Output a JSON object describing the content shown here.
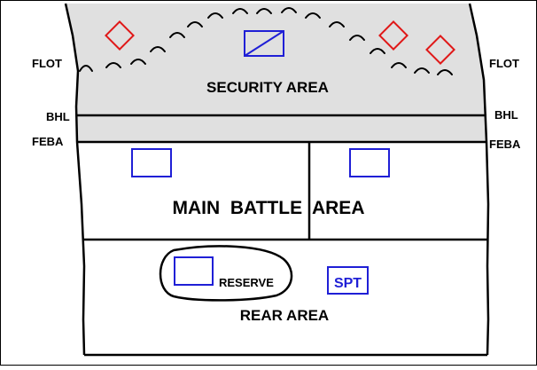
{
  "labels": {
    "flot": "FLOT",
    "bhl": "BHL",
    "feba": "FEBA",
    "security_area": "SECURITY AREA",
    "main_battle_area": "MAIN  BATTLE  AREA",
    "rear_area": "REAR AREA",
    "reserve": "RESERVE",
    "spt": "SPT"
  },
  "colors": {
    "security_fill": "#e0e0e0",
    "line": "#000000",
    "unit_blue": "#1f1fd6",
    "enemy_red": "#e01818"
  }
}
